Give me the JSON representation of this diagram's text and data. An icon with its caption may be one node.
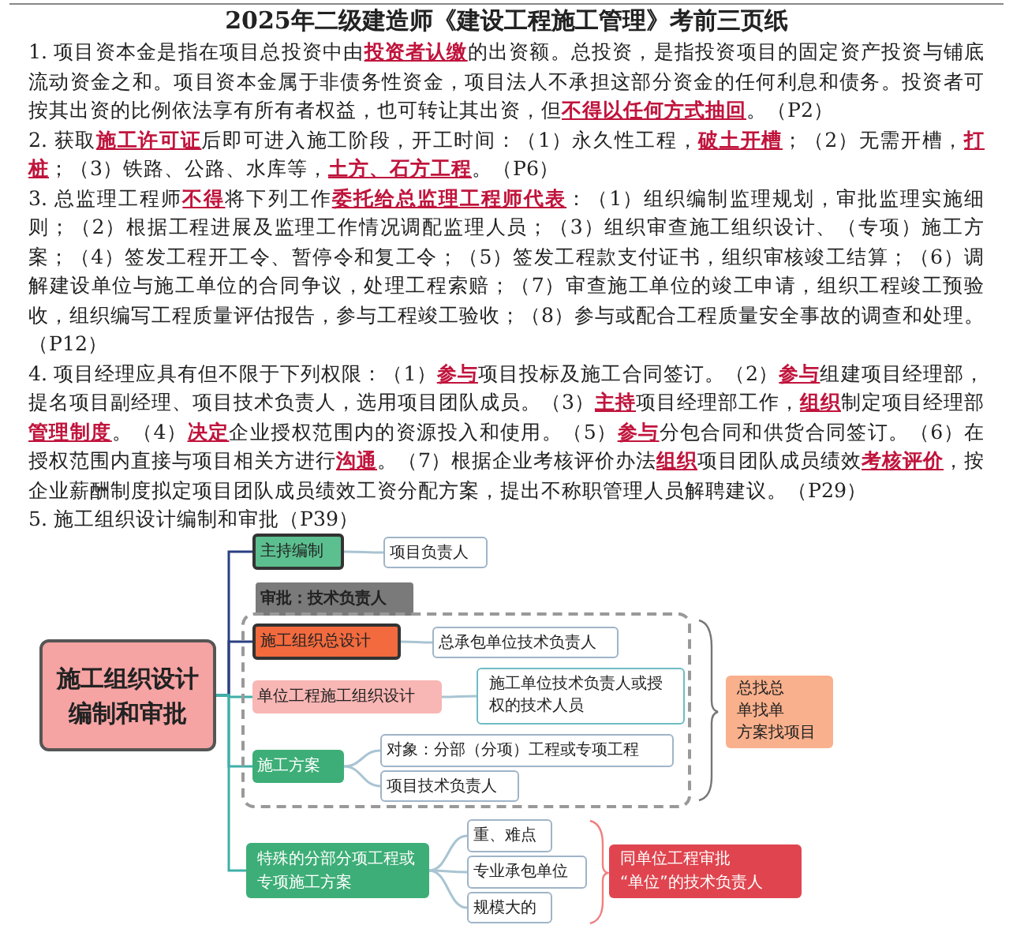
{
  "diagram": {
    "title": "2025年二级建造师《建设工程施工管理》考前三页纸",
    "labels": [
      "1. 项目资本金是指在项目总投资中由**投资者认缴**的出资额。总投资，是指投资项目的固定资产投资与铺底流动资金之和。项目资本金属于非债务性资金，项目法人不承担这部分资金的任何利息和债务。投资者可按其出资的比例依法享有所有者权益，也可转让其出资，但**不得以任何方式抽回**。（P2）",
      "2. 获取**施工许可证**后即可进入施工阶段，开工时间：（1）永久性工程，**破土开槽**；（2）无需开槽，**打桩**；（3）铁路、公路、水库等，**土方、石方工程**。（P6）",
      "3. 总监理工程师**不得**将下列工作**委托给总监理工程师代表**：（1）组织编制监理规划，审批监理实施细则；（2）根据工程进展及监理工作情况调配监理人员；（3）组织审查施工组织设计、（专项）施工方案；（4）签发工程开工令、暂停令和复工令；（5）签发工程款支付证书，组织审核竣工结算；（6）调解建设单位与施工单位的合同争议，处理工程索赔；（7）审查施工单位的竣工申请，组织工程竣工预验收，组织编写工程质量评估报告，参与工程竣工验收；（8）参与或配合工程质量安全事故的调查和处理。（P12）",
      "4. 项目经理应具有但不限于下列权限：（1）**参与**项目投标及施工合同签订。（2）**参与**组建项目经理部，提名项目副经理、项目技术负责人，选用项目团队成员。（3）**主持**项目经理部工作，**组织**制定项目经理部**管理制度**。（4）**决定**企业授权范围内的资源投入和使用。（5）**参与**分包合同和供货合同签订。（6）在授权范围内直接与项目相关方进行**沟通**。（7）根据企业考核评价办法**组织**项目团队成员绩效**考核评价**，按企业薪酬制度拟定项目团队成员绩效工资分配方案，提出不称职管理人员解聘建议。（P29）",
      "5. 施工组织设计编制和审批（P39）"
    ],
    "nodes": [
      {
        "text": [
          "施工组织设计编制和审批"
        ]
      },
      {
        "text": [
          "主持编制"
        ]
      },
      {
        "text": [
          "项目负责人"
        ]
      },
      {
        "text": [
          "审批：技术负责人"
        ]
      },
      {
        "text": [],
        "shape": "box"
      },
      {
        "text": [
          "施工组织总设计"
        ],
        "in": 4
      },
      {
        "text": [
          "总承包单位技术负责人"
        ],
        "in": 4
      },
      {
        "text": [
          "单位工程施工组织设计"
        ],
        "in": 4
      },
      {
        "text": [
          "施工单位技术负责人或授权的技术人员"
        ],
        "in": 4
      },
      {
        "text": [
          "施工方案"
        ],
        "in": 4
      },
      {
        "text": [
          "对象：分部（分项）工程或专项工程"
        ],
        "in": 4
      },
      {
        "text": [
          "项目技术负责人"
        ],
        "in": 4
      },
      {
        "text": [
          "总找总",
          "单找单",
          "方案找项目"
        ]
      },
      {
        "text": [
          "特殊的分部分项工程或专项施工方案"
        ]
      },
      {
        "text": [
          "重、难点"
        ]
      },
      {
        "text": [
          "专业承包单位"
        ]
      },
      {
        "text": [
          "规模大的"
        ]
      },
      {
        "text": [
          "同单位工程审批",
          "“单位”的技术负责人"
        ]
      }
    ],
    "edges": [
      {
        "from": 0,
        "to": 1,
        "arrow": "none",
        "color": "#2b3f82"
      },
      {
        "from": 0,
        "to": 5,
        "arrow": "none",
        "color": "#2b3f82"
      },
      {
        "from": 0,
        "to": 7,
        "arrow": "none",
        "color": "#3fb0a8"
      },
      {
        "from": 0,
        "to": 9,
        "arrow": "none",
        "color": "#3fb0a8"
      },
      {
        "from": 0,
        "to": 13,
        "arrow": "none",
        "color": "#3fb0a8"
      },
      {
        "from": 1,
        "to": 2,
        "arrow": "none"
      },
      {
        "from": 5,
        "to": 6,
        "arrow": "none"
      },
      {
        "from": 7,
        "to": 8,
        "arrow": "none"
      },
      {
        "from": 9,
        "to": 10,
        "arrow": "none"
      },
      {
        "from": 9,
        "to": 11,
        "arrow": "none"
      },
      {
        "from": 13,
        "to": 14,
        "arrow": "none"
      },
      {
        "from": 13,
        "to": 15,
        "arrow": "none"
      },
      {
        "from": 13,
        "to": 16,
        "arrow": "none"
      }
    ]
  }
}
